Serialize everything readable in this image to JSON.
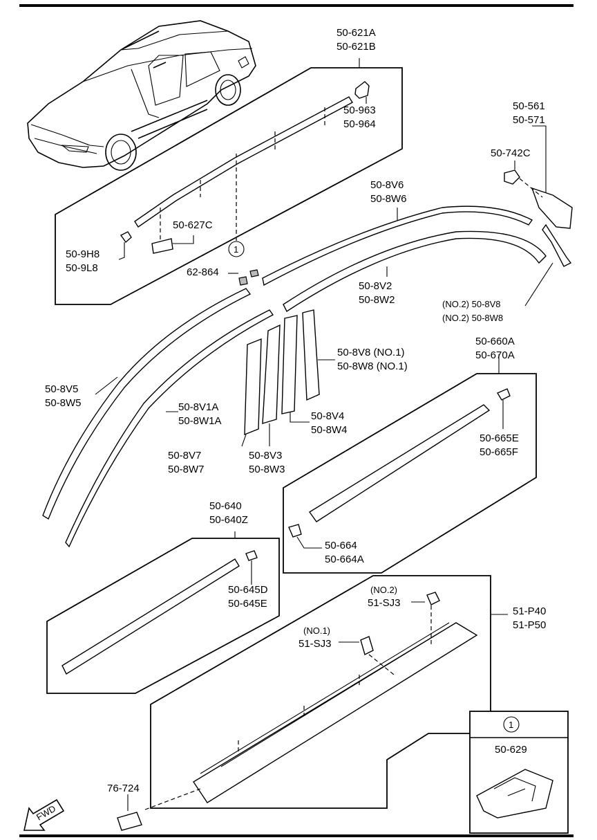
{
  "labels": {
    "p50_621A": "50-621A",
    "p50_621B": "50-621B",
    "p50_963": "50-963",
    "p50_964": "50-964",
    "p50_627C": "50-627C",
    "p50_9H8": "50-9H8",
    "p50_9L8": "50-9L8",
    "p50_561": "50-561",
    "p50_571": "50-571",
    "p50_742C": "50-742C",
    "p50_8V6": "50-8V6",
    "p50_8W6": "50-8W6",
    "p62_864": "62-864",
    "p50_8V2": "50-8V2",
    "p50_8W2": "50-8W2",
    "p50_8V8_no2": "(NO.2) 50-8V8",
    "p50_8W8_no2": "(NO.2) 50-8W8",
    "p50_8V8_no1": "50-8V8  (NO.1)",
    "p50_8W8_no1": "50-8W8  (NO.1)",
    "p50_660A": "50-660A",
    "p50_670A": "50-670A",
    "p50_8V5": "50-8V5",
    "p50_8W5": "50-8W5",
    "p50_8V1A": "50-8V1A",
    "p50_8W1A": "50-8W1A",
    "p50_8V4": "50-8V4",
    "p50_8W4": "50-8W4",
    "p50_8V7": "50-8V7",
    "p50_8W7": "50-8W7",
    "p50_8V3": "50-8V3",
    "p50_8W3": "50-8W3",
    "p50_665E": "50-665E",
    "p50_665F": "50-665F",
    "p50_640": "50-640",
    "p50_640Z": "50-640Z",
    "p50_664": "50-664",
    "p50_664A": "50-664A",
    "p50_645D": "50-645D",
    "p50_645E": "50-645E",
    "p51_SJ3_no2_tag": "(NO.2)",
    "p51_SJ3_no2": "51-SJ3",
    "p51_P40": "51-P40",
    "p51_P50": "51-P50",
    "p51_SJ3_no1_tag": "(NO.1)",
    "p51_SJ3_no1": "51-SJ3",
    "p76_724": "76-724",
    "p50_629": "50-629",
    "callout_1": "1",
    "callout_1_box": "1",
    "fwd": "FWD"
  }
}
